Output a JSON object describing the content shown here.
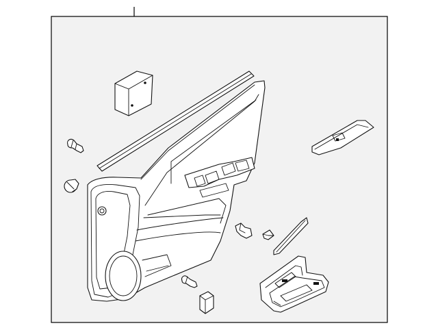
{
  "diagram": {
    "type": "exploded-parts-illustration",
    "callouts": [],
    "colors": {
      "frame_fill": "#f2f2f2",
      "line": "#111111",
      "part_fill": "#ffffff"
    },
    "parts": [
      {
        "name": "door-trim-panel",
        "icon": "door-panel-icon"
      },
      {
        "name": "beltline-weatherstrip",
        "icon": "weatherstrip-icon"
      },
      {
        "name": "insulator-pad",
        "icon": "pad-icon"
      },
      {
        "name": "trim-clip-upper",
        "icon": "clip-icon"
      },
      {
        "name": "trim-clip-lower",
        "icon": "clip-icon"
      },
      {
        "name": "window-switch-bezel",
        "icon": "switch-bezel-icon"
      },
      {
        "name": "trim-strip",
        "icon": "trim-strip-icon"
      },
      {
        "name": "push-clip",
        "icon": "clip-icon"
      },
      {
        "name": "small-clip",
        "icon": "clip-icon"
      },
      {
        "name": "screw",
        "icon": "screw-icon"
      },
      {
        "name": "cap",
        "icon": "cap-icon"
      },
      {
        "name": "armrest-switch-panel",
        "icon": "armrest-panel-icon"
      }
    ]
  }
}
